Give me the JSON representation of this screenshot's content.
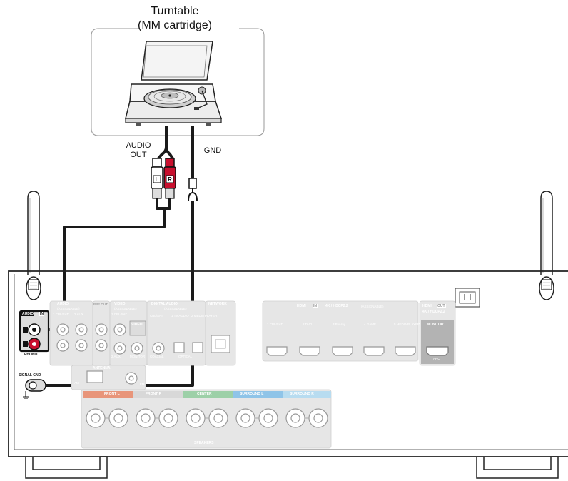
{
  "turntable": {
    "title_line1": "Turntable",
    "title_line2": "(MM cartridge)"
  },
  "cable_labels": {
    "audio_out_1": "AUDIO",
    "audio_out_2": "OUT",
    "gnd": "GND"
  },
  "rca_plugs": {
    "left": "L",
    "right": "R"
  },
  "receiver": {
    "audio_in": "AUDIO",
    "audio_in_tag": "IN",
    "phono": "PHONO",
    "signal_gnd": "SIGNAL GND",
    "audio_group": "AUDIO",
    "audio_sub": "(ASSIGNABLE)",
    "audio_in_1": "1 CBL/SAT",
    "audio_in_2": "2 AUX",
    "pre_out": "PRE OUT",
    "video": "VIDEO",
    "video_sub": "(ASSIGNABLE)",
    "video_out": "VIDEO",
    "video_in_1": "1 CBL/SAT",
    "video_in_2": "2 AUX",
    "monitor_small": "MONITOR",
    "digital_audio": "DIGITAL AUDIO",
    "digital_sub": "(ASSIGNABLE)",
    "coaxial": "COAXIAL",
    "optical": "OPTICAL",
    "dig_1": "CBL/SAT",
    "dig_2": "1 TV AUDIO",
    "dig_3": "2 MEDIA PLAYER",
    "network": "NETWORK",
    "antenna": "ANTENNA",
    "am": "AM",
    "fm": "FM",
    "hdmi_header": "HDMI",
    "hdmi_in": "IN",
    "hdmi_spec": "4K / HDCP2.2",
    "hdmi_assign": "(ASSIGNABLE)",
    "hdmi_inputs": [
      "1 CBL/SAT",
      "2 DVD",
      "3 Blu-ray",
      "4 GAME",
      "5 MEDIA PLAYER"
    ],
    "hdmi_out_header": "HDMI",
    "hdmi_out_tag": "OUT",
    "hdmi_out_spec": "4K / HDCP2.2",
    "monitor": "MONITOR",
    "arc": "ARC",
    "speakers": "SPEAKERS",
    "speaker_groups": [
      {
        "label": "FRONT",
        "tag": "L",
        "color": "#e8957a"
      },
      {
        "label": "FRONT",
        "tag": "R",
        "color": "#d8d8d8"
      },
      {
        "label": "CENTER",
        "tag": "",
        "color": "#9dd0a8"
      },
      {
        "label": "SURROUND",
        "tag": "L",
        "color": "#8fc4e8"
      },
      {
        "label": "SURROUND",
        "tag": "R",
        "color": "#b8dcf0"
      }
    ]
  },
  "colors": {
    "cable": "#1a1a1a",
    "rca_red": "#c8102e",
    "panel": "#e6e6e6"
  }
}
